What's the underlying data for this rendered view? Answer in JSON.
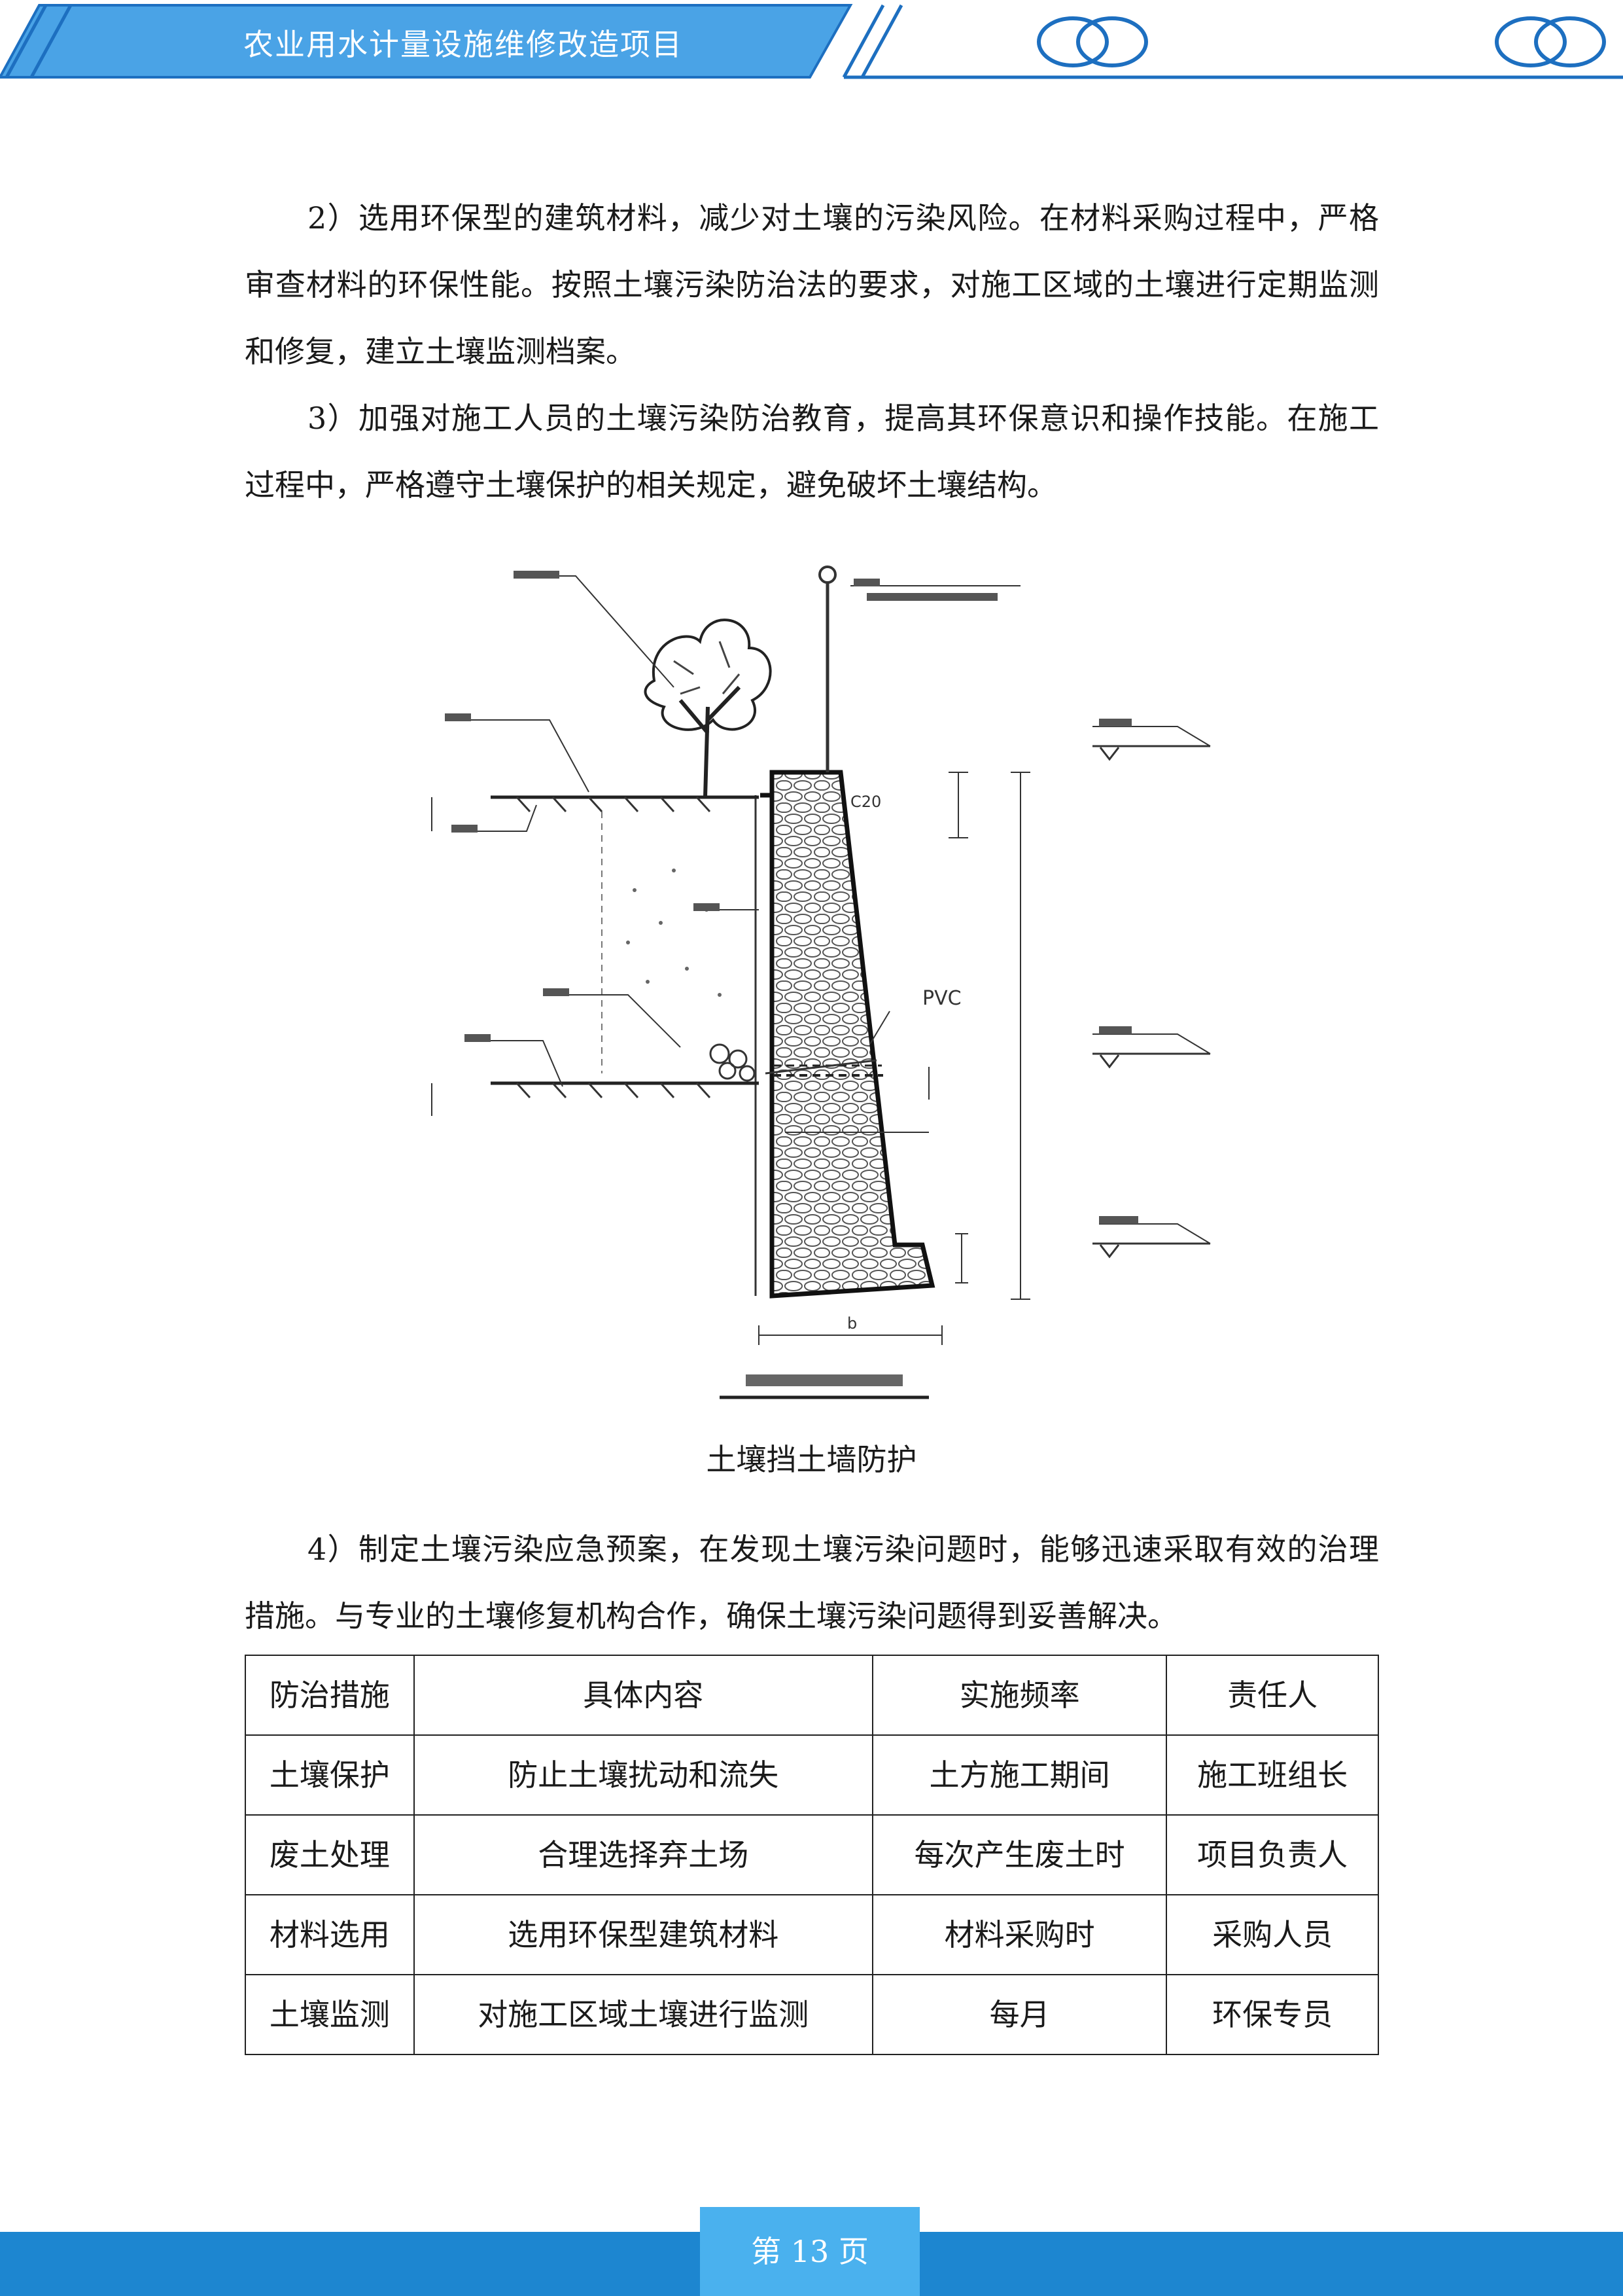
{
  "header": {
    "title": "农业用水计量设施维修改造项目",
    "accent": "#4aa3e6",
    "dark": "#1d6fc0"
  },
  "paragraphs": {
    "p2": "2）选用环保型的建筑材料，减少对土壤的污染风险。在材料采购过程中，严格审查材料的环保性能。按照土壤污染防治法的要求，对施工区域的土壤进行定期监测和修复，建立土壤监测档案。",
    "p3": "3）加强对施工人员的土壤污染防治教育，提高其环保意识和操作技能。在施工过程中，严格遵守土壤保护的相关规定，避免破坏土壤结构。",
    "p4": "4）制定土壤污染应急预案，在发现土壤污染问题时，能够迅速采取有效的治理措施。与专业的土壤修复机构合作，确保土壤污染问题得到妥善解决。"
  },
  "figure": {
    "caption": "土壤挡土墙防护",
    "labels": {
      "pvc": "PVC",
      "top_mark": "C20",
      "width_mark": "b"
    }
  },
  "table": {
    "headers": [
      "防治措施",
      "具体内容",
      "实施频率",
      "责任人"
    ],
    "rows": [
      [
        "土壤保护",
        "防止土壤扰动和流失",
        "土方施工期间",
        "施工班组长"
      ],
      [
        "废土处理",
        "合理选择弃土场",
        "每次产生废土时",
        "项目负责人"
      ],
      [
        "材料选用",
        "选用环保型建筑材料",
        "材料采购时",
        "采购人员"
      ],
      [
        "土壤监测",
        "对施工区域土壤进行监测",
        "每月",
        "环保专员"
      ]
    ]
  },
  "footer": {
    "page_label": "第 13 页",
    "bar_color": "#1d86d0",
    "tab_color": "#4ab1ee"
  }
}
